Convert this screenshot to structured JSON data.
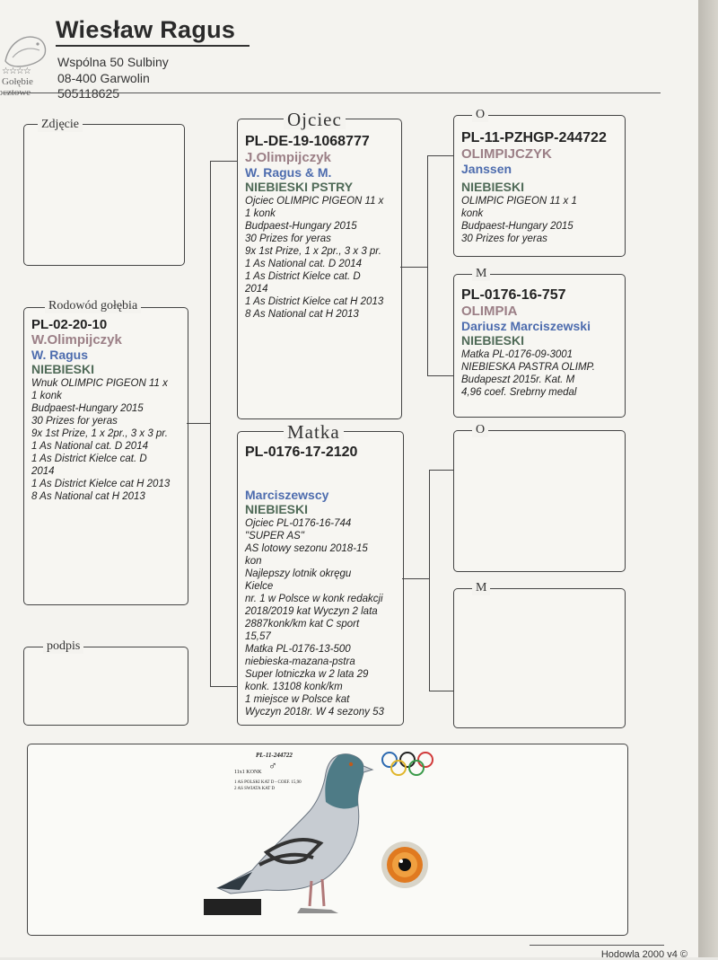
{
  "header": {
    "breeder_name": "Wiesław Ragus",
    "address_line1": "Wspólna 50  Sulbiny",
    "address_line2": "08-400 Garwolin",
    "phone": "505118625",
    "logo_text_1": "Gołębie",
    "logo_text_2": "pocztowe",
    "logo_stars": "☆☆☆☆"
  },
  "labels": {
    "photo": "Zdjęcie",
    "pedigree": "Rodowód gołębia",
    "sire": "Ojciec",
    "dam": "Matka",
    "sire_of_sire": "O",
    "dam_of_sire": "M",
    "sire_of_dam": "O",
    "dam_of_dam": "M",
    "signature": "podpis"
  },
  "bird": {
    "ring": "PL-02-20-10",
    "name": "W.Olimpijczyk",
    "breeder": "W. Ragus",
    "color": "NIEBIESKI",
    "notes": "Wnuk OLIMPIC PIGEON 11 x\n1 konk\nBudpaest-Hungary 2015\n30 Prizes for yeras\n9x 1st Prize, 1 x 2pr., 3 x 3 pr.\n1 As National cat. D 2014\n1 As District Kielce cat. D\n2014\n1 As District Kielce cat H 2013\n8 As National cat H 2013"
  },
  "sire": {
    "ring": "PL-DE-19-1068777",
    "name": "J.Olimpijczyk",
    "breeder": "W. Ragus & M.",
    "color": "NIEBIESKI PSTRY",
    "notes": "Ojciec OLIMPIC PIGEON 11 x\n1 konk\nBudpaest-Hungary 2015\n30 Prizes for yeras\n9x 1st Prize, 1 x 2pr., 3 x 3 pr.\n1 As National cat. D 2014\n1 As District Kielce cat. D\n2014\n1 As District Kielce cat H 2013\n8 As National cat H 2013"
  },
  "dam": {
    "ring": "PL-0176-17-2120",
    "name": "",
    "breeder": "Marciszewscy",
    "color": "NIEBIESKI",
    "notes": "Ojciec PL-0176-16-744\n\"SUPER AS\"\nAS lotowy sezonu 2018-15\nkon\nNajlepszy lotnik okręgu\nKielce\nnr. 1 w Polsce w konk redakcji\n2018/2019 kat Wyczyn 2 lata\n2887konk/km kat C sport\n15,57\nMatka PL-0176-13-500\nniebieska-mazana-pstra\nSuper lotniczka w 2 lata 29\nkonk. 13108 konk/km\n1 miejsce w Polsce kat\nWyczyn 2018r. W 4 sezony 53"
  },
  "sire_of_sire": {
    "ring": "PL-11-PZHGP-244722",
    "name": "OLIMPIJCZYK",
    "breeder": "Janssen",
    "color": "NIEBIESKI",
    "notes": "OLIMPIC PIGEON 11 x 1\nkonk\nBudpaest-Hungary 2015\n30 Prizes for yeras"
  },
  "dam_of_sire": {
    "ring": "PL-0176-16-757",
    "name": "OLIMPIA",
    "breeder": "Dariusz Marciszewski",
    "color": "NIEBIESKI",
    "notes": "Matka PL-0176-09-3001\nNIEBIESKA PASTRA OLIMP.\nBudapeszt 2015r. Kat. M\n4,96 coef. Srebrny medal"
  },
  "photo_panel": {
    "ring": "PL-11-244722",
    "sex": "♂",
    "line1": "11x1 KONK",
    "line2": "1 AS POLSKI KAT D - COEF. 15,90",
    "line3": "2 AS SWIATA KAT D"
  },
  "colors": {
    "name_mauve": "#9b7f86",
    "breeder_blue": "#4d6cae",
    "color_green": "#4f6a57"
  },
  "footer": "Hodowla 2000 v4 ©"
}
